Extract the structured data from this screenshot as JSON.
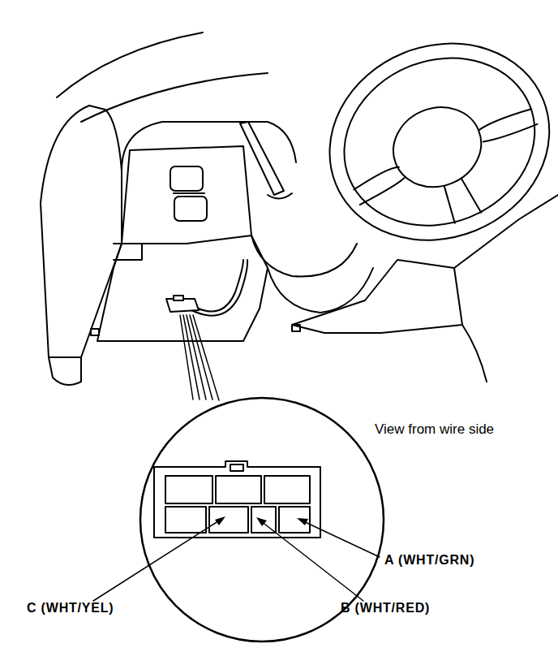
{
  "diagram": {
    "labels": [
      "View from wire side",
      "A (WHT/GRN)",
      "C (WHT/YEL)",
      "B (WHT/RED)"
    ]
  }
}
